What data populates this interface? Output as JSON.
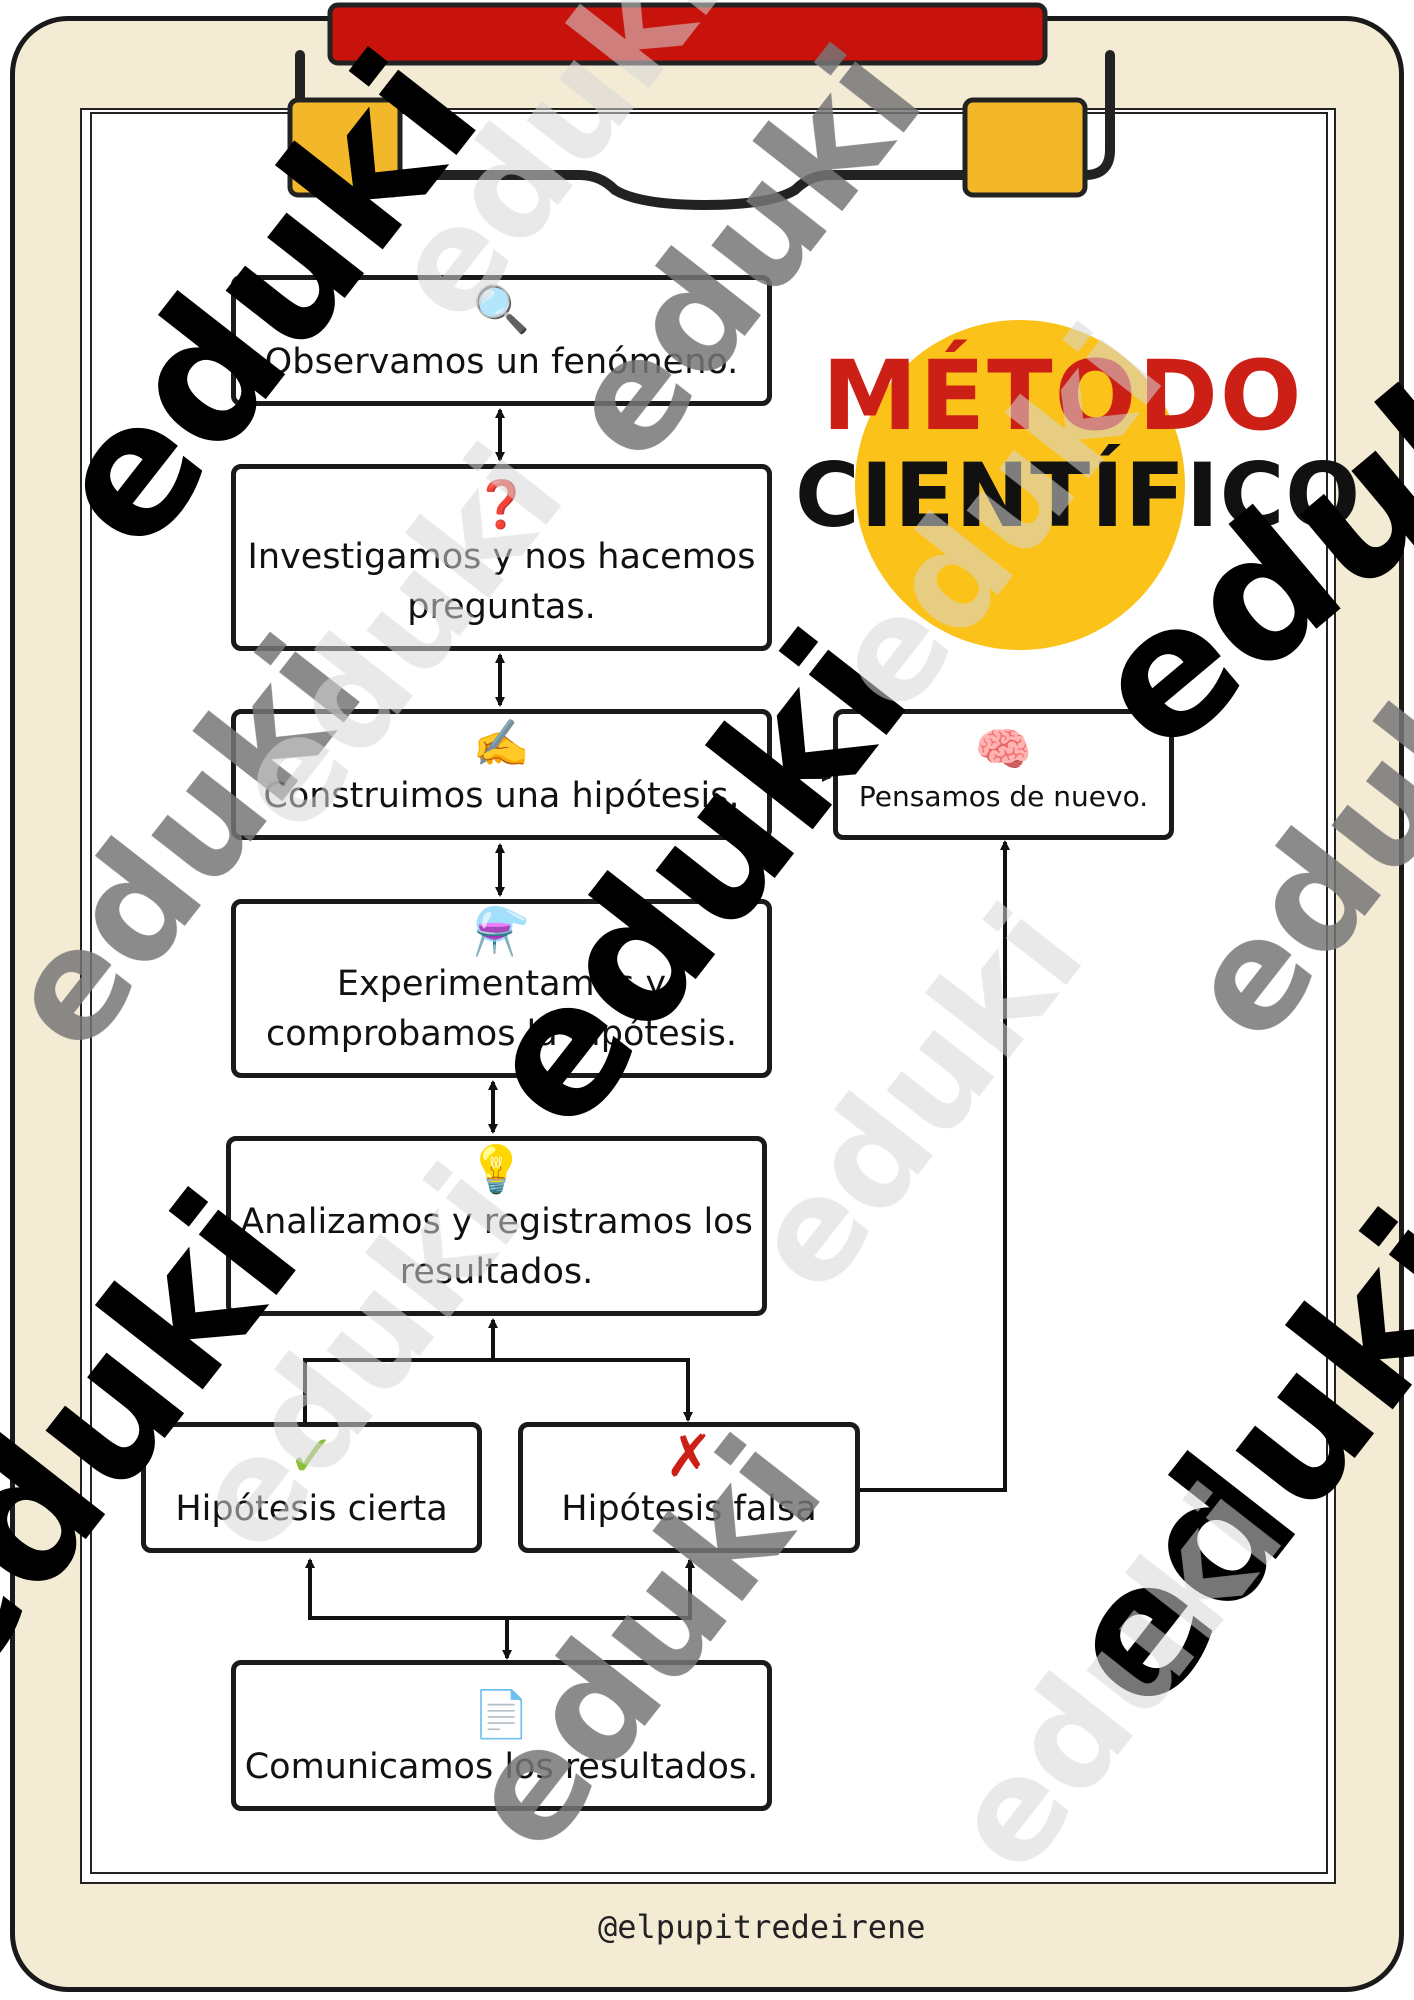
{
  "title": {
    "line1": "MÉTODO",
    "line2": "CIENTÍFICO"
  },
  "steps": [
    {
      "id": "observe",
      "icon": "🔍",
      "icon_name": "magnifier-icon",
      "text": "Observamos un fenómeno."
    },
    {
      "id": "investigate",
      "icon": "❓",
      "icon_name": "question-mark-icon",
      "text": "Investigamos y nos hacemos preguntas."
    },
    {
      "id": "hypothesis",
      "icon": "✍️",
      "icon_name": "writing-hand-icon",
      "text": "Construimos una hipótesis."
    },
    {
      "id": "experiment",
      "icon": "⚗️",
      "icon_name": "flask-icon",
      "text": "Experimentamos y comprobamos la hipótesis."
    },
    {
      "id": "analyze",
      "icon": "💡",
      "icon_name": "lightbulb-icon",
      "text": "Analizamos y registramos los resultados."
    },
    {
      "id": "true",
      "icon": "✓",
      "icon_name": "check-icon",
      "text": "Hipótesis cierta"
    },
    {
      "id": "false",
      "icon": "✗",
      "icon_name": "cross-icon",
      "text": "Hipótesis falsa"
    },
    {
      "id": "communicate",
      "icon": "📄",
      "icon_name": "document-chart-icon",
      "text": "Comunicamos los resultados."
    },
    {
      "id": "rethink",
      "icon": "🧠",
      "icon_name": "brain-icon",
      "text": "Pensamos de nuevo."
    }
  ],
  "watermark": "eduki",
  "footer": "@elpupitredeirene",
  "colors": {
    "accent_red": "#cc1f16",
    "title_circle": "#fbc21a",
    "clip_yellow": "#f3b82a",
    "board": "#f4ebd5",
    "check_green": "#8bbf3a"
  }
}
